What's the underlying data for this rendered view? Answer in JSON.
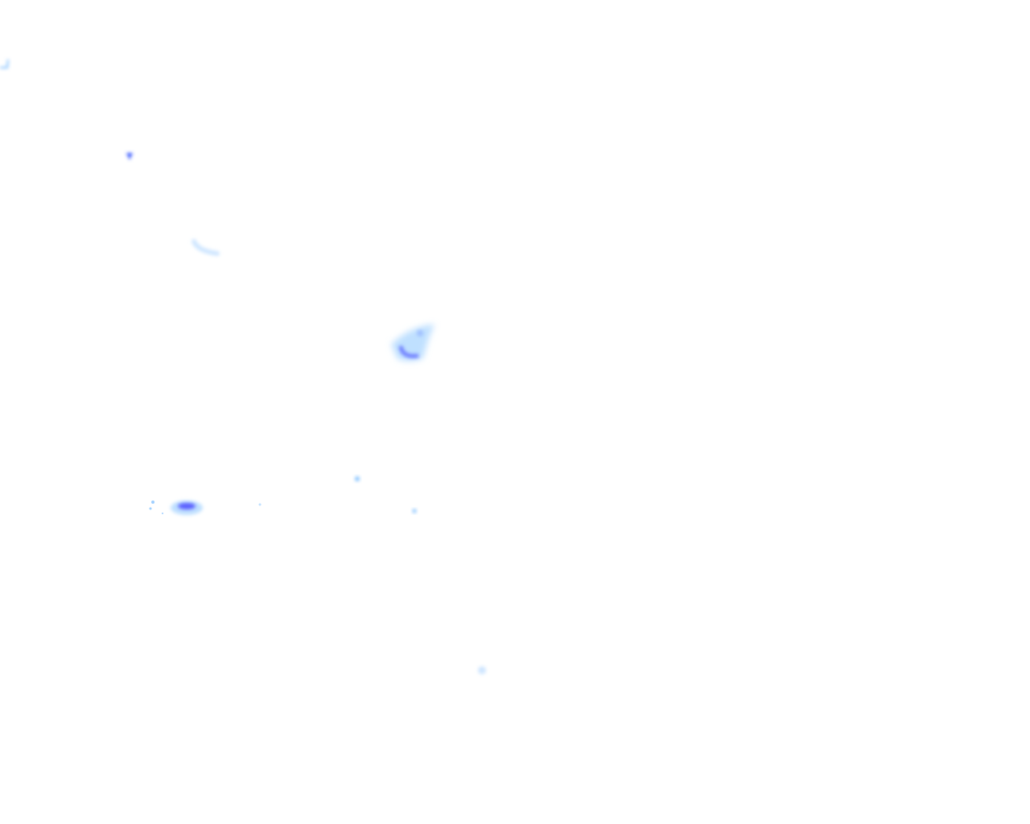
{
  "map": {
    "layer": "precipitation-radar",
    "colors": {
      "background": "#ffffff",
      "light": "#bfe0ff",
      "medium": "#7fbfff",
      "heavy": "#3f5fff",
      "core": "#5a3fe0"
    },
    "echoes": [
      {
        "id": "corner-echo",
        "intensity": "light"
      },
      {
        "id": "small-cell-northwest",
        "intensity": "heavy"
      },
      {
        "id": "arc-echo",
        "intensity": "light"
      },
      {
        "id": "main-cell",
        "intensity": "heavy"
      },
      {
        "id": "west-cell",
        "intensity": "heavy"
      },
      {
        "id": "speck-1",
        "intensity": "medium"
      },
      {
        "id": "speck-2",
        "intensity": "medium"
      },
      {
        "id": "speck-3",
        "intensity": "light"
      },
      {
        "id": "south-speck",
        "intensity": "light"
      }
    ]
  }
}
